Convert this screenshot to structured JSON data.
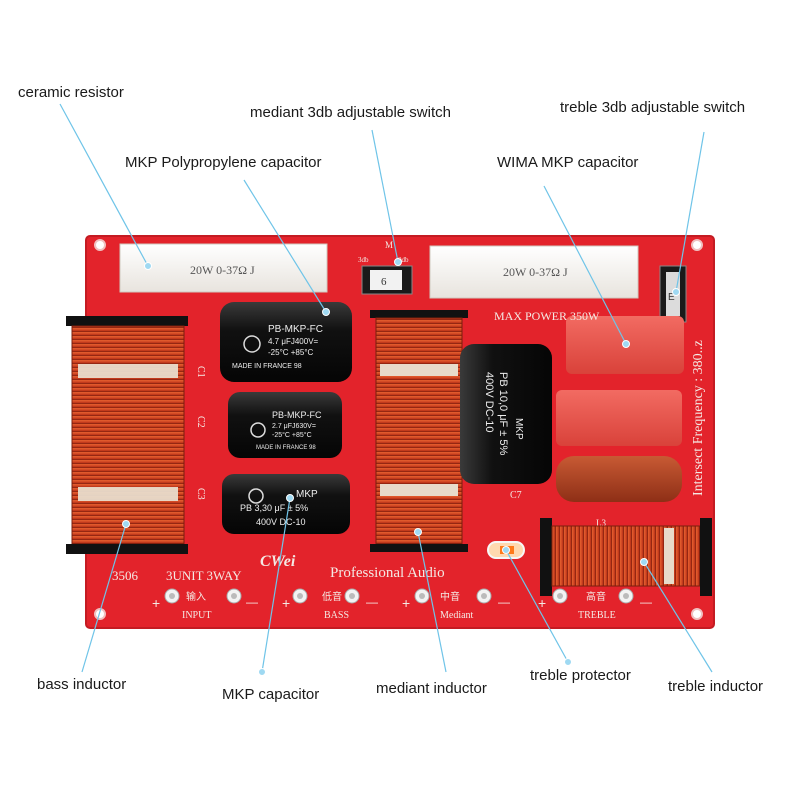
{
  "callouts": {
    "ceramic_resistor": "ceramic resistor",
    "mediant_switch": "mediant 3db adjustable switch",
    "treble_switch": "treble 3db adjustable switch",
    "mkp_pp_cap": "MKP Polypropylene capacitor",
    "wima_cap": "WIMA MKP capacitor",
    "bass_inductor": "bass inductor",
    "mkp_cap": "MKP capacitor",
    "mediant_inductor": "mediant inductor",
    "treble_protector": "treble protector",
    "treble_inductor": "treble inductor"
  },
  "board": {
    "model": "3506",
    "units": "3UNIT 3WAY",
    "brand": "Professional Audio",
    "max_power": "MAX POWER 350W",
    "intersect": "Intersect Frequency : 380..z",
    "logo": "CWei",
    "input_cn": "输入",
    "input_en": "INPUT",
    "bass_cn": "低音",
    "bass_en": "BASS",
    "mediant_cn": "中音",
    "mediant_en": "Mediant",
    "treble_cn": "高音",
    "treble_en": "TREBLE",
    "plus": "+",
    "minus": "—",
    "c1": "C1",
    "c2": "C2",
    "c3": "C3",
    "c7": "C7",
    "l3": "L3"
  },
  "resistors": {
    "r1_label": "20W 0-37Ω J",
    "r2_label": "20W 0-37Ω J"
  },
  "switches": {
    "mid_top": "M",
    "mid_left": "3db",
    "mid_right": "0db",
    "mid_value": "6",
    "treble_value": "E"
  },
  "capacitors": {
    "c1": {
      "line1": "PB-MKP-FC",
      "line2": "4.7 μFJ400V=",
      "line3": "-25°C +85°C",
      "line4": "MADE IN FRANCE 98"
    },
    "c2": {
      "line1": "PB-MKP-FC",
      "line2": "2.7 μFJ630V=",
      "line3": "-25°C +85°C",
      "line4": "MADE IN FRANCE 98"
    },
    "c3": {
      "line1": "MKP",
      "line2": "PB 3,30 μF ± 5%",
      "line3": "400V DC-10"
    },
    "c7": {
      "line1": "PB 10,0 μF ± 5%",
      "line2": "400V DC-10",
      "line3": "MKP"
    }
  },
  "colors": {
    "pcb": "#e3232b",
    "copper": "#b8321c",
    "callout_line": "#6fc4e8"
  }
}
